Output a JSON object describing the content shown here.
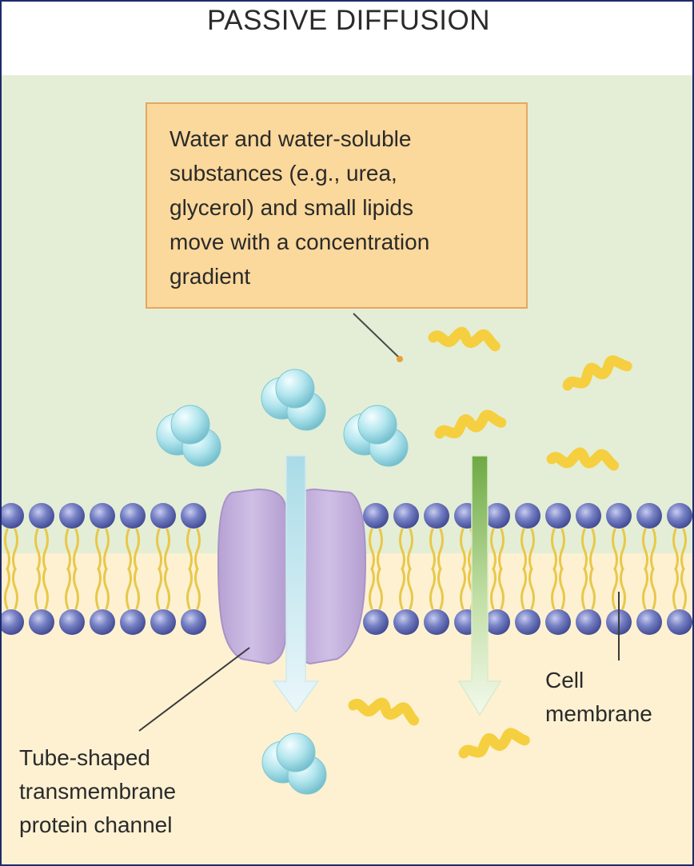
{
  "title": "PASSIVE DIFFUSION",
  "callout": {
    "lines": [
      "Water and water-soluble",
      "substances (e.g., urea,",
      "glycerol) and small lipids",
      "move with a concentration",
      "gradient"
    ]
  },
  "labels": {
    "cell_membrane": [
      "Cell",
      "membrane"
    ],
    "channel": [
      "Tube-shaped",
      "transmembrane",
      "protein channel"
    ]
  },
  "colors": {
    "extracellular_bg": "#e4eed6",
    "intracellular_bg": "#fdf1d2",
    "callout_fill": "#fbd89b",
    "callout_border": "#e3a862",
    "phospholipid_head": "#5d67b0",
    "lipid_tail": "#e8c84a",
    "protein_channel": "#c6b3dc",
    "water_molecule": "#a6dde6",
    "small_lipid": "#f5cf3f",
    "arrow_channel": "#c7e6ee",
    "arrow_membrane": "#7fb455",
    "frame_border": "#1f2a6b"
  },
  "icons": {
    "water_molecule": "water-molecule-icon",
    "small_lipid": "small-lipid-icon",
    "phospholipid": "phospholipid-icon",
    "protein_channel": "protein-channel-icon"
  }
}
